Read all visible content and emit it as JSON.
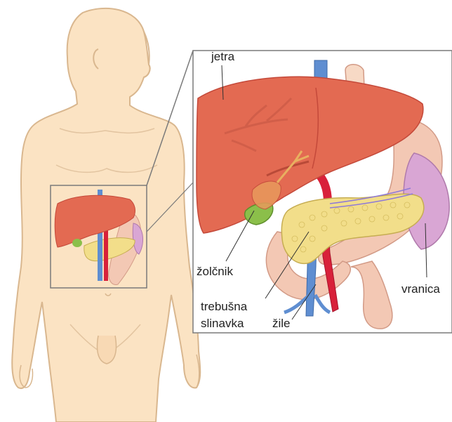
{
  "labels": {
    "liver": "jetra",
    "gallbladder": "žolčnik",
    "pancreas_line1": "trebušna",
    "pancreas_line2": "slinavka",
    "vessels": "žile",
    "spleen": "vranica"
  },
  "colors": {
    "skin_fill": "#fbe3c3",
    "skin_outline": "#d9b78f",
    "liver": "#e36a52",
    "liver_dark": "#c4493a",
    "gallbladder": "#8bbf4a",
    "pancreas": "#f2de8a",
    "aorta": "#d8213a",
    "vena_cava": "#5f8ed1",
    "spleen": "#d9a6d4",
    "stomach": "#f3c8b4",
    "frame": "#7a7a7a"
  }
}
